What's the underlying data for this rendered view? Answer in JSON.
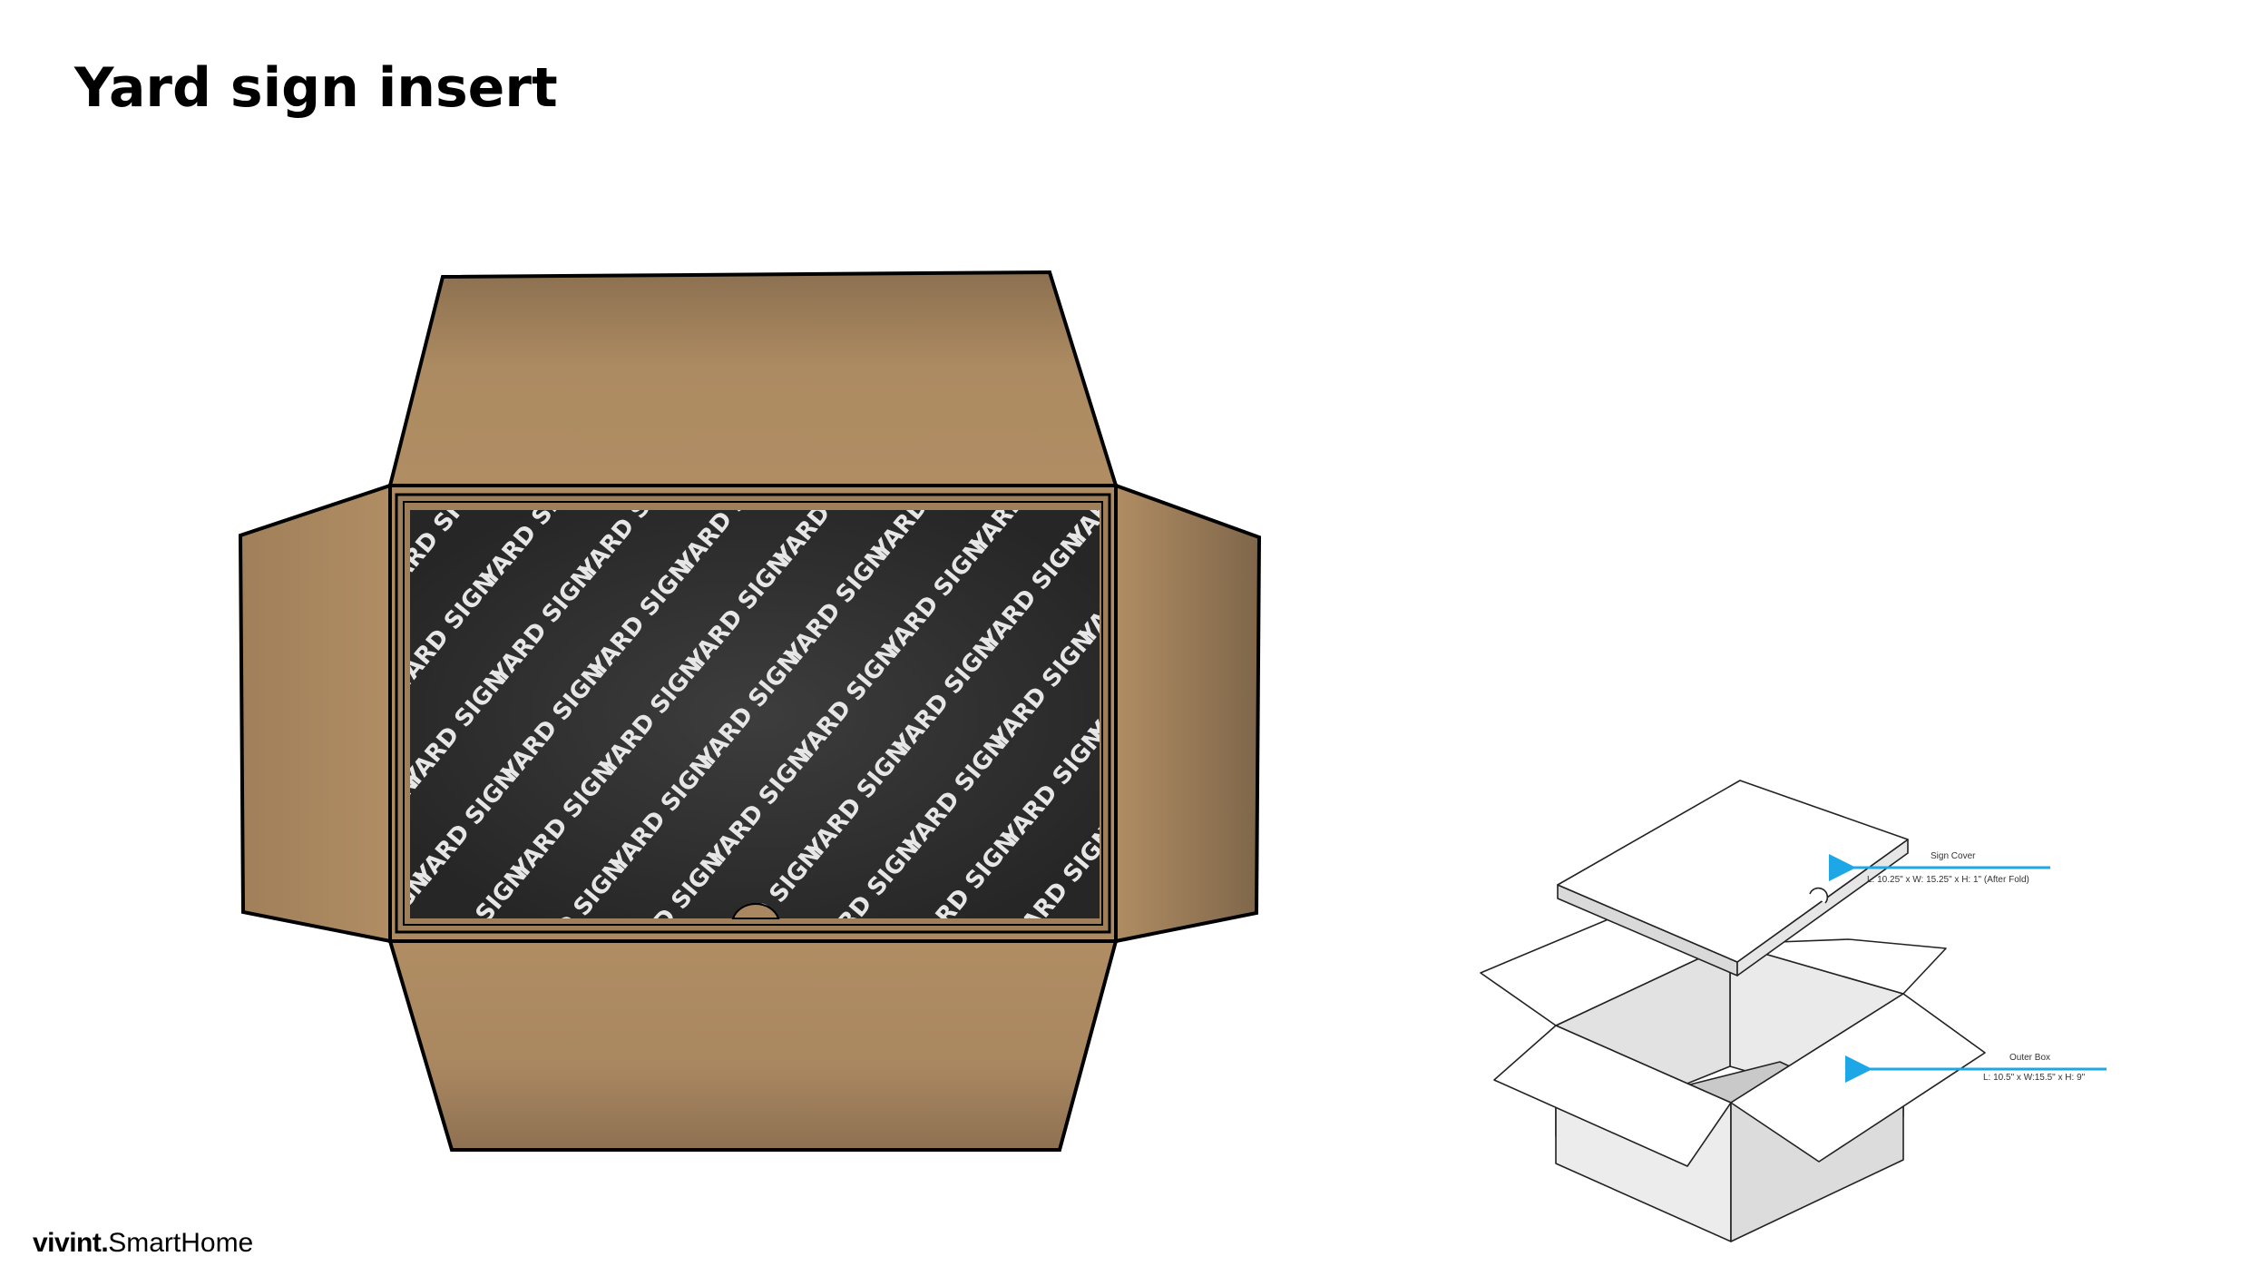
{
  "title": "Yard sign insert",
  "insert_print": {
    "pattern_text": "YARD SIGN"
  },
  "callouts": [
    {
      "name": "Sign Cover",
      "dims": "L: 10.25\" x W: 15.25\" x H: 1\" (After Fold)"
    },
    {
      "name": "Outer Box",
      "dims": "L: 10.5\" x W:15.5\" x H: 9\""
    }
  ],
  "logo": {
    "brand": "vivint.",
    "product": "SmartHome"
  },
  "colors": {
    "cardboard": "#ad8a61",
    "cardboard_dark": "#8b6f4e",
    "insert": "#2e2e2e",
    "arrow": "#1ea7e6",
    "outline": "#000000"
  }
}
